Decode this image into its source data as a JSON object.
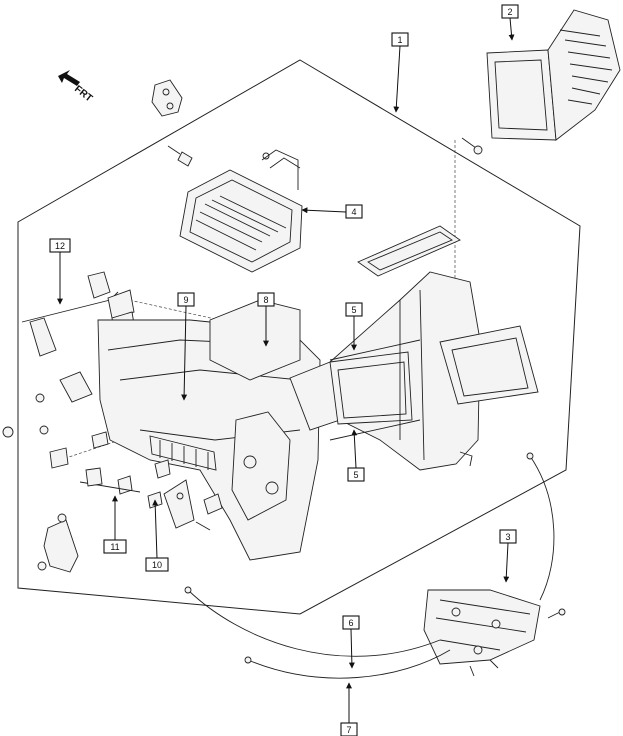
{
  "direction_label": "FRT",
  "callouts": [
    {
      "num": "1"
    },
    {
      "num": "2"
    },
    {
      "num": "3"
    },
    {
      "num": "4"
    },
    {
      "num": "5"
    },
    {
      "num": "5"
    },
    {
      "num": "6"
    },
    {
      "num": "7"
    },
    {
      "num": "8"
    },
    {
      "num": "9"
    },
    {
      "num": "10"
    },
    {
      "num": "11"
    },
    {
      "num": "12"
    }
  ]
}
